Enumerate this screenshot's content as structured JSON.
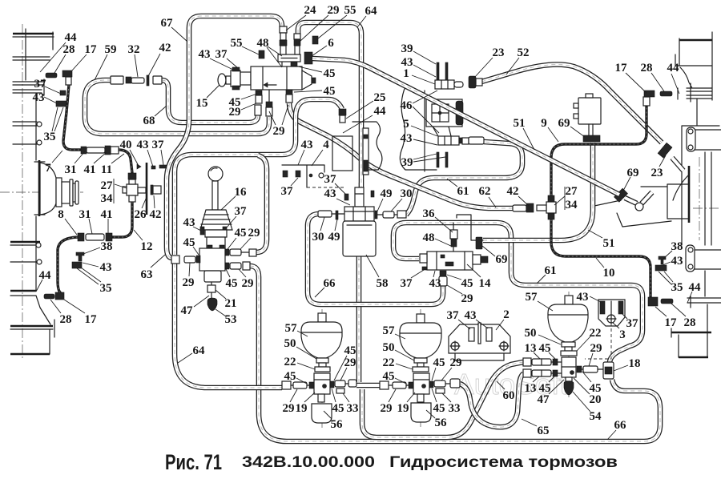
{
  "figure": {
    "label": "Рис. 71",
    "part_code": "342B.10.00.000",
    "title": "Гидросистема тормозов"
  },
  "watermark": "AutoSoft",
  "callouts": [
    "24",
    "29",
    "55",
    "64",
    "67",
    "44",
    "55",
    "48",
    "6",
    "28",
    "17",
    "59",
    "32",
    "42",
    "39",
    "23",
    "52",
    "43",
    "37",
    "43",
    "17",
    "28",
    "44",
    "1",
    "45",
    "37",
    "45",
    "25",
    "43",
    "15",
    "45",
    "46",
    "44",
    "29",
    "68",
    "51",
    "9",
    "69",
    "5",
    "29",
    "35",
    "43",
    "40",
    "43",
    "37",
    "43",
    "4",
    "39",
    "7",
    "31",
    "41",
    "11",
    "69",
    "23",
    "37",
    "27",
    "37",
    "16",
    "61",
    "62",
    "42",
    "27",
    "43",
    "49",
    "30",
    "34",
    "34",
    "37",
    "36",
    "26",
    "42",
    "8",
    "31",
    "41",
    "43",
    "45",
    "29",
    "30",
    "49",
    "48",
    "45",
    "51",
    "38",
    "12",
    "38",
    "69",
    "43",
    "43",
    "61",
    "10",
    "63",
    "44",
    "29",
    "45",
    "29",
    "66",
    "58",
    "37",
    "43",
    "45",
    "14",
    "35",
    "35",
    "44",
    "57",
    "43",
    "29",
    "21",
    "47",
    "2",
    "37",
    "43",
    "28",
    "17",
    "53",
    "17",
    "28",
    "37",
    "57",
    "57",
    "50",
    "22",
    "3",
    "50",
    "50",
    "13",
    "45",
    "29",
    "45",
    "64",
    "22",
    "22",
    "45",
    "29",
    "29",
    "18",
    "45",
    "45",
    "13",
    "45",
    "45",
    "60",
    "47",
    "20",
    "29",
    "19",
    "45",
    "33",
    "29",
    "19",
    "45",
    "33",
    "54",
    "56",
    "56",
    "66",
    "65"
  ]
}
